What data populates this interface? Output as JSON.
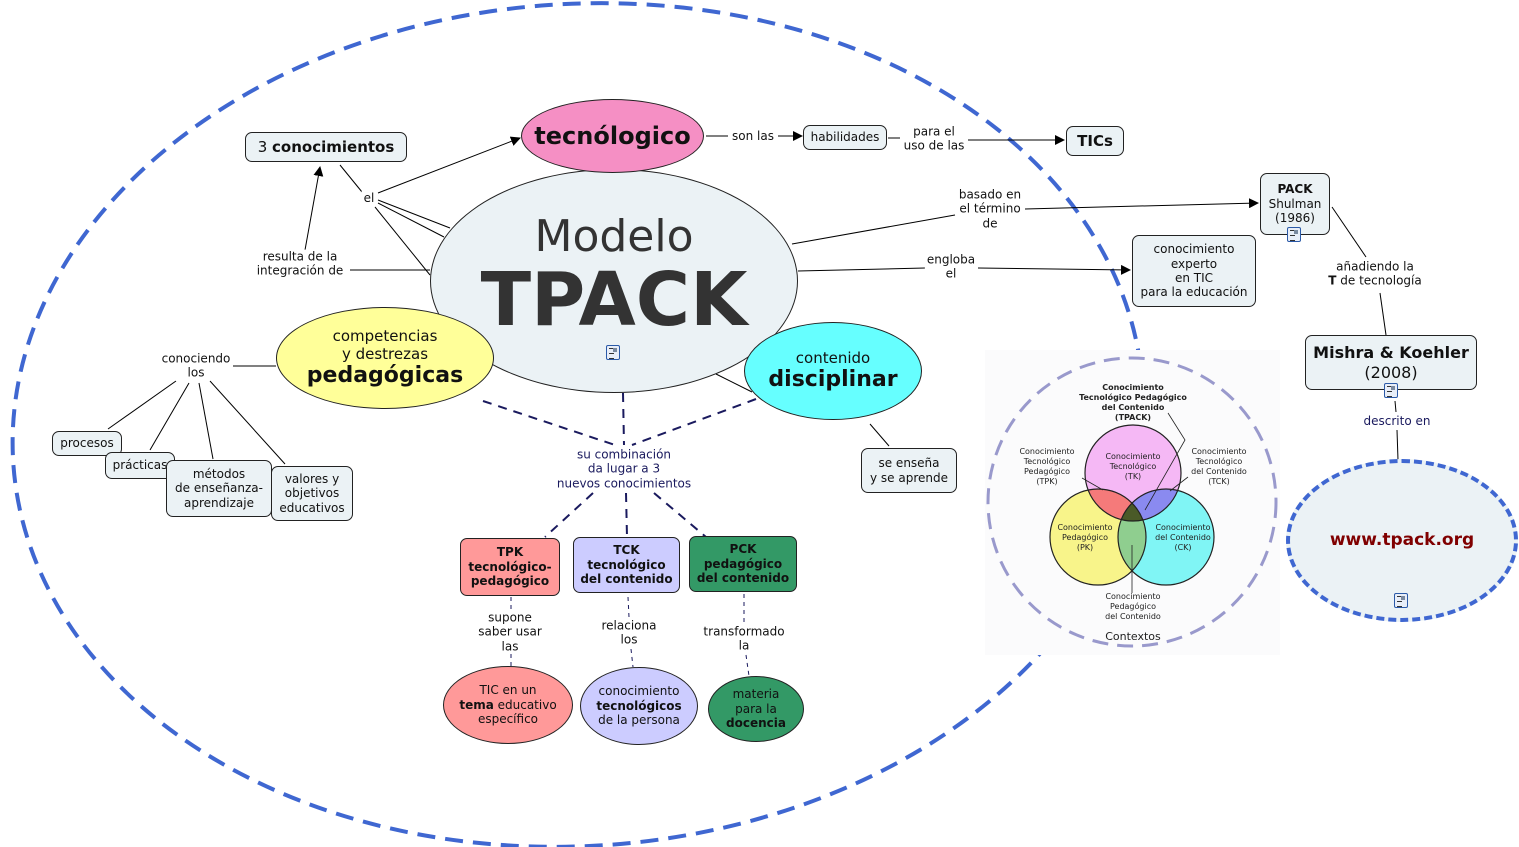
{
  "central": {
    "line1": "Modelo",
    "line2": "TPACK"
  },
  "tecnologico": {
    "label": "tecnólogico"
  },
  "conocimientos_box": {
    "number": "3",
    "word": "conocimientos"
  },
  "links": {
    "el": "el",
    "resulta_1": "resulta de la",
    "resulta_2": "integración de",
    "son_las": "son las",
    "para_el_1": "para el",
    "para_el_2": "uso de las",
    "basado_1": "basado en",
    "basado_2": "el término",
    "basado_3": "de",
    "engloba_1": "engloba",
    "engloba_2": "el",
    "conociendo_1": "conociendo",
    "conociendo_2": "los",
    "combinacion_1": "su combinación",
    "combinacion_2": "da lugar a 3",
    "combinacion_3": "nuevos conocimientos",
    "supone_1": "supone",
    "supone_2": "saber usar",
    "supone_3": "las",
    "relaciona_1": "relaciona",
    "relaciona_2": "los",
    "transformado_1": "transformado",
    "transformado_2": "la",
    "anadiendo_1": "añadiendo la",
    "anadiendo_T": "T",
    "anadiendo_2": " de tecnología",
    "descrito": "descrito en"
  },
  "habilidades": {
    "label": "habilidades"
  },
  "tics": {
    "label": "TICs"
  },
  "pack": {
    "title": "PACK",
    "author": "Shulman",
    "year": "(1986)"
  },
  "experto": {
    "lines": [
      "conocimiento",
      "experto",
      "en TIC",
      "para la educación"
    ]
  },
  "mishra": {
    "title": "Mishra & Koehler",
    "year": "(2008)"
  },
  "website": {
    "label": "www.tpack.org"
  },
  "pedagogicas": {
    "line1": "competencias",
    "line2": "y destrezas",
    "line3": "pedagógicas"
  },
  "disciplinar": {
    "line1": "contenido",
    "line2": "disciplinar"
  },
  "se_ensena": {
    "line1": "se enseña",
    "line2": "y se aprende"
  },
  "ped_items": {
    "procesos": "procesos",
    "practicas": "prácticas",
    "metodos": [
      "métodos",
      "de enseñanza-",
      "aprendizaje"
    ],
    "valores": [
      "valores y",
      "objetivos",
      "educativos"
    ]
  },
  "tpk": {
    "code": "TPK",
    "l1": "tecnológico-",
    "l2": "pedagógico"
  },
  "tck": {
    "code": "TCK",
    "l1": "tecnológico",
    "l2": "del contenido"
  },
  "pck": {
    "code": "PCK",
    "l1": "pedagógico",
    "l2": "del contenido"
  },
  "tic_tema": {
    "l1": "TIC en un",
    "bold": "tema",
    "l2rest": " educativo",
    "l3": "específico"
  },
  "conoc_tec": {
    "l1": "conocimiento",
    "bold": "tecnológicos",
    "l3": "de la persona"
  },
  "materia": {
    "l1": "materia",
    "l2": "para la",
    "bold": "docencia"
  },
  "venn": {
    "tpack": [
      "Conocimiento",
      "Tecnológico Pedagógico",
      "del Contenido",
      "(TPACK)"
    ],
    "tpk": [
      "Conocimiento",
      "Tecnológico",
      "Pedagógico",
      "(TPK)"
    ],
    "tck": [
      "Conocimiento",
      "Tecnológico",
      "del Contenido",
      "(TCK)"
    ],
    "tk": [
      "Conocimiento",
      "Tecnológico",
      "(TK)"
    ],
    "pk": [
      "Conocimiento",
      "Pedagógico",
      "(PK)"
    ],
    "ck": [
      "Conocimiento",
      "del Contenido",
      "(CK)"
    ],
    "pck": [
      "Conocimiento",
      "Pedagógico",
      "del Contenido"
    ],
    "contextos": "Contextos"
  },
  "colors": {
    "dashed_ellipse": "#3f67d1",
    "tecnologico_fill": "#f58fc4",
    "central_fill": "#ebf2f5",
    "pedagogicas_fill": "#ffff99",
    "disciplinar_fill": "#66ffff",
    "tpk_fill": "#ff9999",
    "tck_fill": "#ccccff",
    "pck_fill": "#339966",
    "website_text": "#800000"
  }
}
